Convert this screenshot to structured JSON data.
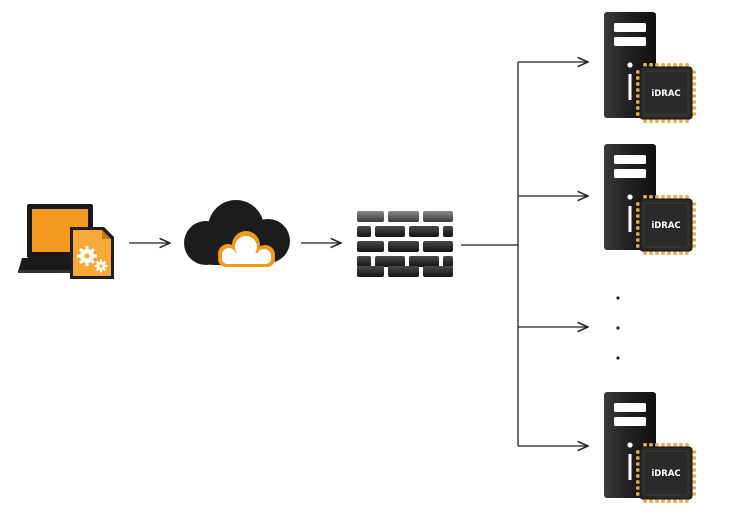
{
  "diagram": {
    "nodes": [
      {
        "id": "admin-laptop",
        "icon": "laptop-with-config-file-icon"
      },
      {
        "id": "internet",
        "icon": "cloud-icon"
      },
      {
        "id": "firewall",
        "icon": "firewall-icon"
      },
      {
        "id": "server-1",
        "icon": "server-tower-icon",
        "chip_label": "iDRAC"
      },
      {
        "id": "server-2",
        "icon": "server-tower-icon",
        "chip_label": "iDRAC"
      },
      {
        "id": "server-n",
        "icon": "server-tower-icon",
        "chip_label": "iDRAC"
      }
    ],
    "edges": [
      {
        "from": "admin-laptop",
        "to": "internet"
      },
      {
        "from": "internet",
        "to": "firewall"
      },
      {
        "from": "firewall",
        "to": "server-1"
      },
      {
        "from": "firewall",
        "to": "server-2"
      },
      {
        "from": "firewall",
        "to": "server-n"
      }
    ],
    "ellipsis": "...",
    "colors": {
      "accent_orange": "#f39a1e",
      "dark": "#1a1a1a",
      "chip_body": "#2a2a2a",
      "chip_pins": "#e8b04a",
      "line": "#222222"
    }
  }
}
